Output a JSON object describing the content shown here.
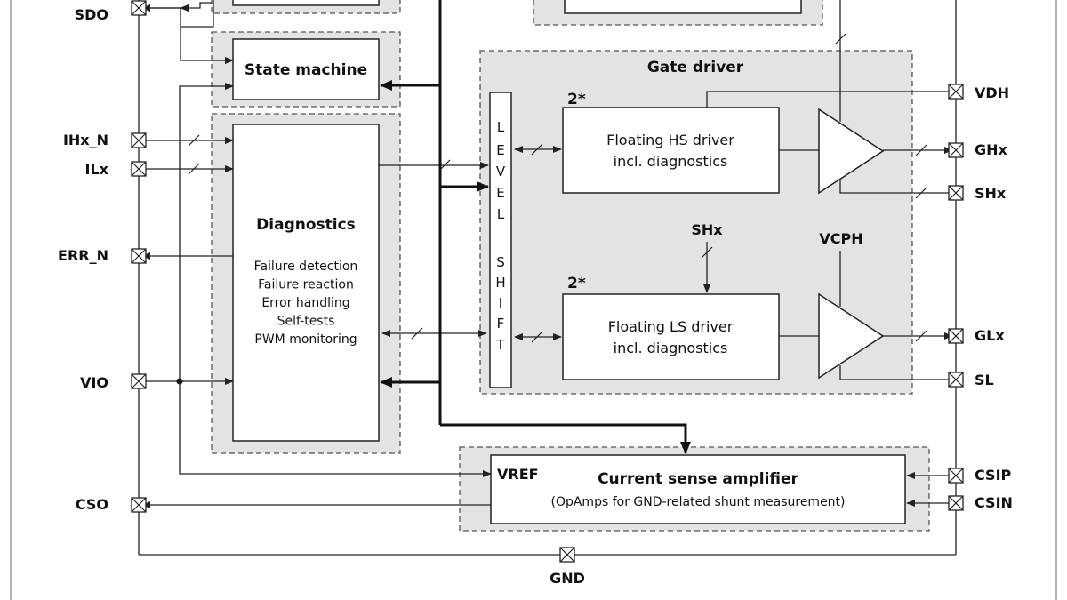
{
  "pins_left": [
    "SDO",
    "IHx_N",
    "ILx",
    "ERR_N",
    "VIO",
    "CSO"
  ],
  "pins_right": [
    "VDH",
    "GHx",
    "SHx",
    "GLx",
    "SL",
    "CSIP",
    "CSIN"
  ],
  "pin_bottom": "GND",
  "state_machine": {
    "title": "State machine"
  },
  "diagnostics": {
    "title": "Diagnostics",
    "items": [
      "Failure detection",
      "Failure reaction",
      "Error handling",
      "Self-tests",
      "PWM monitoring"
    ]
  },
  "gate_driver": {
    "title": "Gate driver",
    "level_shift_letters": [
      "L",
      "E",
      "V",
      "E",
      "L",
      "S",
      "H",
      "I",
      "F",
      "T"
    ],
    "hs_count": "2*",
    "hs_driver": [
      "Floating HS driver",
      "incl. diagnostics"
    ],
    "ls_count": "2*",
    "ls_driver": [
      "Floating LS driver",
      "incl. diagnostics"
    ],
    "shx_label": "SHx",
    "vcph_label": "VCPH"
  },
  "csa": {
    "title": "Current sense amplifier",
    "subtitle": "(OpAmps for GND-related shunt measurement)",
    "vref": "VREF"
  }
}
